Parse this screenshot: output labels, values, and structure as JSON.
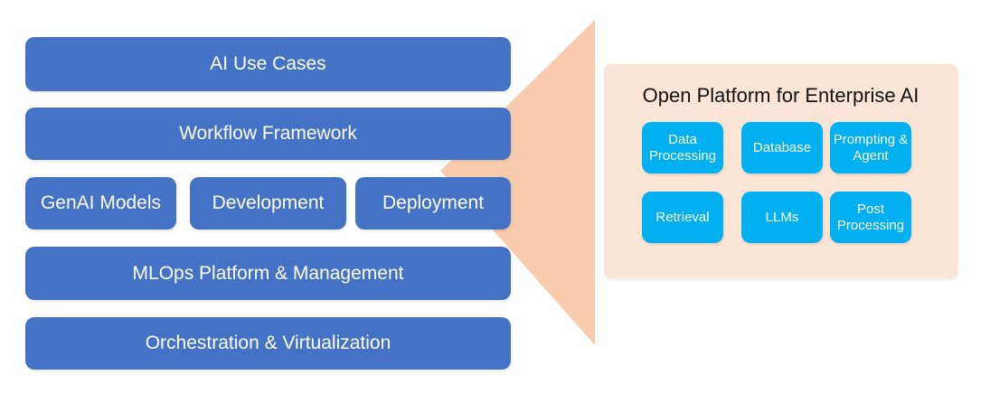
{
  "diagram": {
    "kind": "architecture-diagram",
    "colors": {
      "stack_box": "#4472C4",
      "component_box": "#00B0F0",
      "wedge": "#F8CBAD",
      "panel_background": "#FBE5D6",
      "stack_text": "#FFFFFF",
      "component_text": "#FFFFFF",
      "title_text": "#111111"
    },
    "stack": {
      "items": [
        {
          "label": "AI Use Cases"
        },
        {
          "label": "Workflow Framework"
        },
        {
          "label": "GenAI Models"
        },
        {
          "label": "Development"
        },
        {
          "label": "Deployment"
        },
        {
          "label": "MLOps Platform & Management"
        },
        {
          "label": "Orchestration & Virtualization"
        }
      ]
    },
    "panel": {
      "title": "Open Platform for Enterprise AI",
      "components": [
        {
          "label": "Data Processing"
        },
        {
          "label": "Database"
        },
        {
          "label": "Prompting & Agent"
        },
        {
          "label": "Retrieval"
        },
        {
          "label": "LLMs"
        },
        {
          "label": "Post Processing"
        }
      ]
    }
  }
}
